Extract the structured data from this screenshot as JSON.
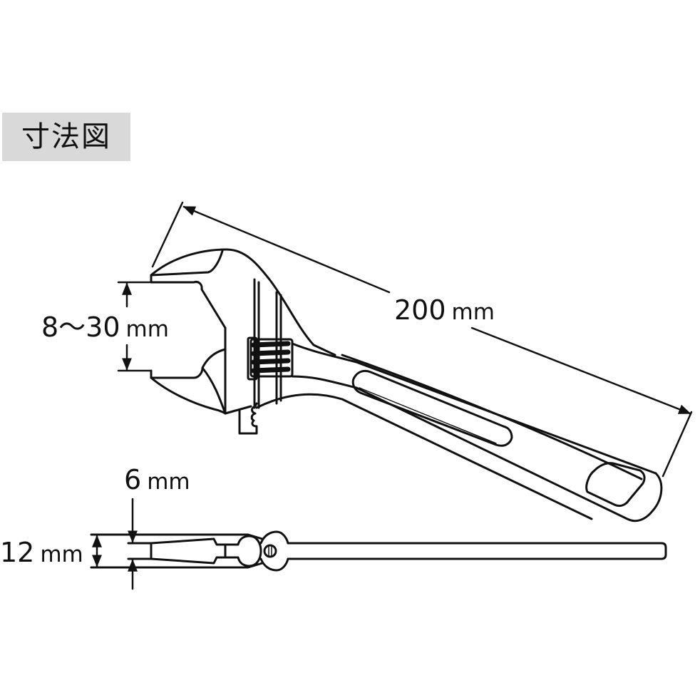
{
  "title": "寸法図",
  "colors": {
    "line": "#111111",
    "badge_bg": "#d9d9d9",
    "background": "#ffffff"
  },
  "views": {
    "top_view": {
      "name": "adjustable-wrench-front-view",
      "dimensions": {
        "overall_length": {
          "value": "200",
          "unit": "mm"
        },
        "jaw_opening": {
          "value": "8～30",
          "unit": "mm"
        }
      }
    },
    "side_view": {
      "name": "adjustable-wrench-side-view",
      "dimensions": {
        "jaw_thickness": {
          "value": "6",
          "unit": "mm"
        },
        "head_thickness": {
          "value": "12",
          "unit": "mm"
        }
      }
    }
  }
}
